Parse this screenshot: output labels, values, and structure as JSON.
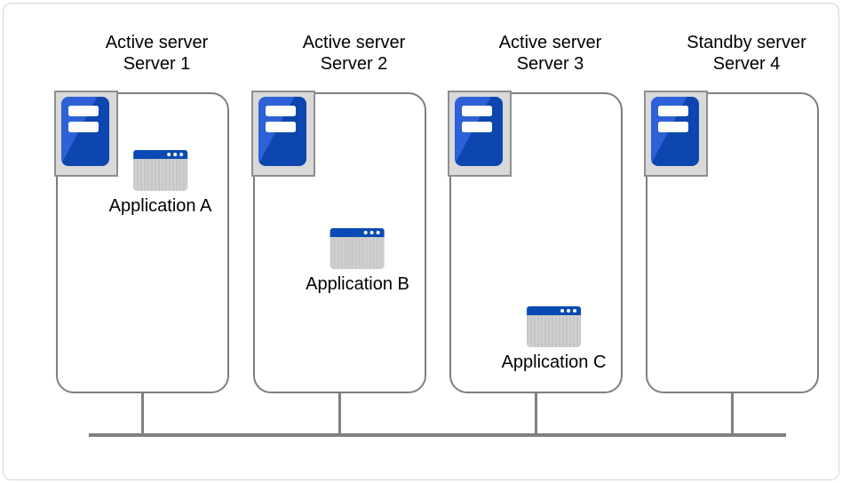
{
  "colors": {
    "box_border": "#7f7f7f",
    "bus_line": "#808080",
    "server_blue_dark": "#0c46ae",
    "server_blue_light": "#2e61d8",
    "window_titlebar_blue": "#0b4ab4",
    "plate_gray": "#d9d9d9",
    "window_body_gray": "#c9c9c9",
    "frame_gray": "#d6d6d6"
  },
  "servers": [
    {
      "role": "Active server",
      "name": "Server 1",
      "application": "Application A"
    },
    {
      "role": "Active server",
      "name": "Server 2",
      "application": "Application B"
    },
    {
      "role": "Active server",
      "name": "Server 3",
      "application": "Application C"
    },
    {
      "role": "Standby server",
      "name": "Server 4"
    }
  ]
}
